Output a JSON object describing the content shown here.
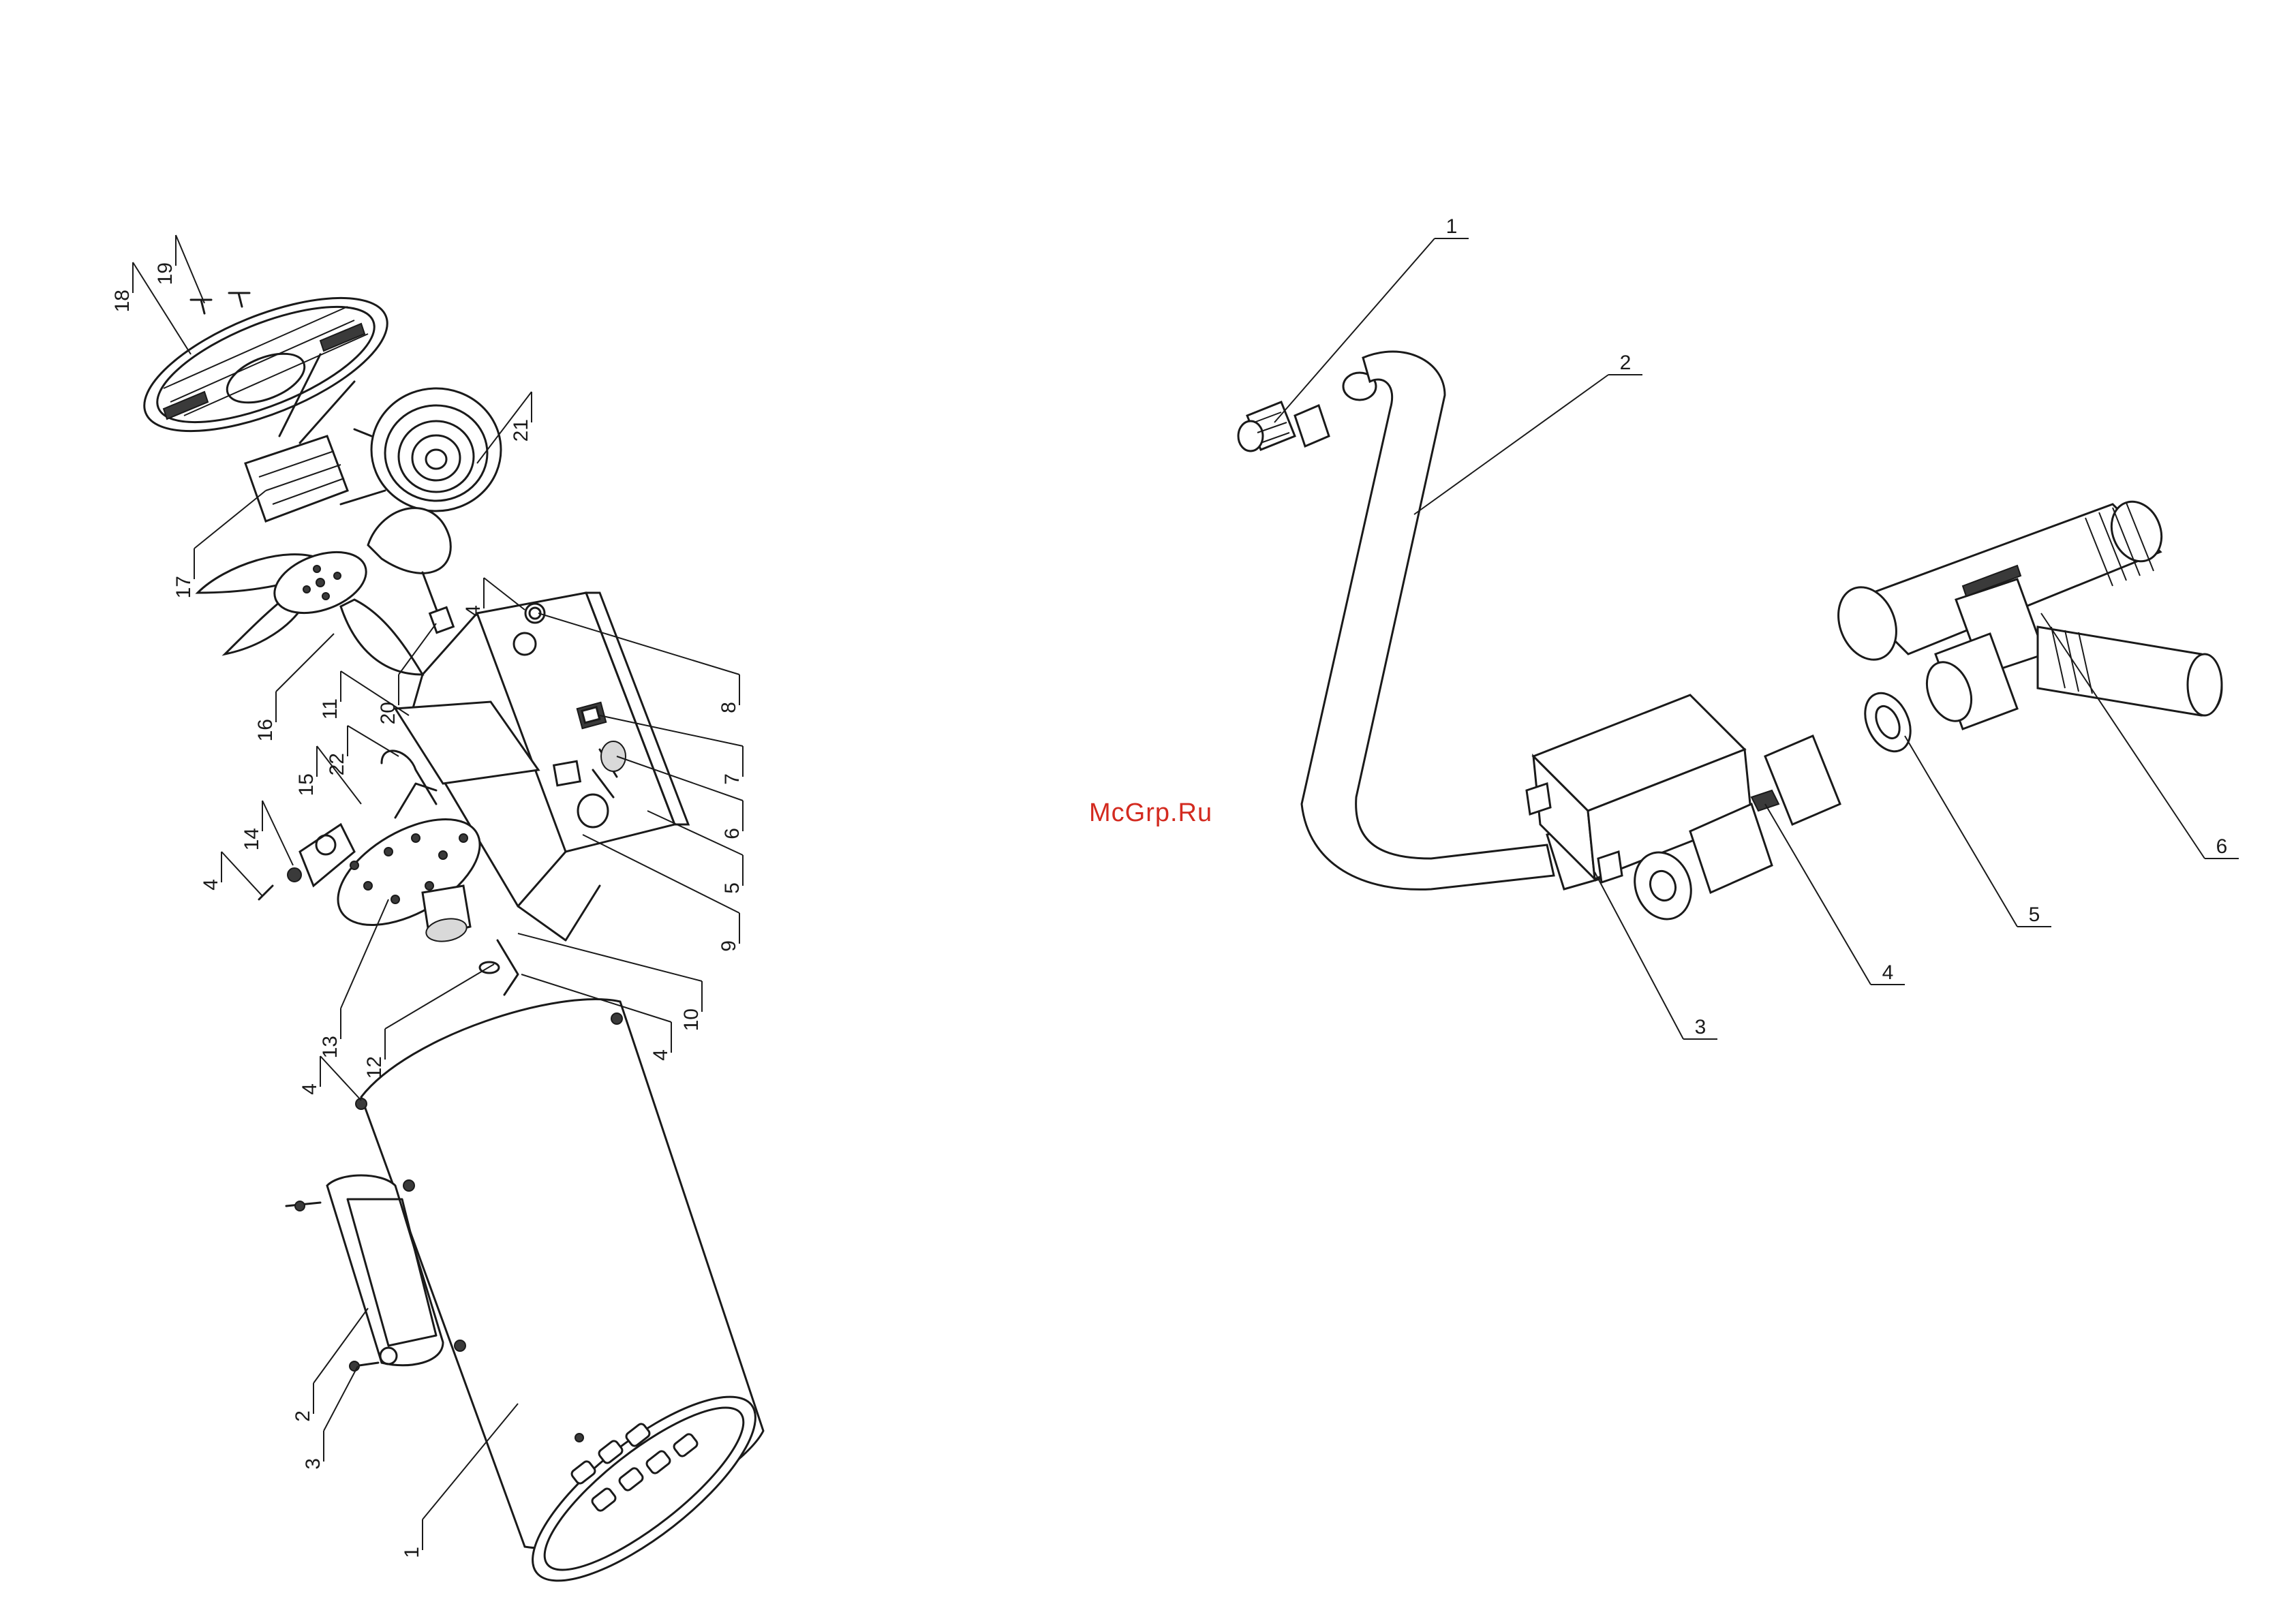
{
  "watermark": "McGrp.Ru",
  "left_assembly": {
    "callouts": [
      "19",
      "18",
      "21",
      "17",
      "16",
      "20",
      "4",
      "8",
      "7",
      "6",
      "5",
      "9",
      "10",
      "4",
      "11",
      "22",
      "15",
      "14",
      "4",
      "13",
      "12",
      "4",
      "1",
      "2",
      "3"
    ]
  },
  "right_assembly": {
    "callouts": [
      "1",
      "2",
      "3",
      "4",
      "5",
      "6"
    ]
  },
  "colors": {
    "line": "#1a1a1a",
    "watermark": "#d32a1f",
    "background": "#ffffff"
  }
}
